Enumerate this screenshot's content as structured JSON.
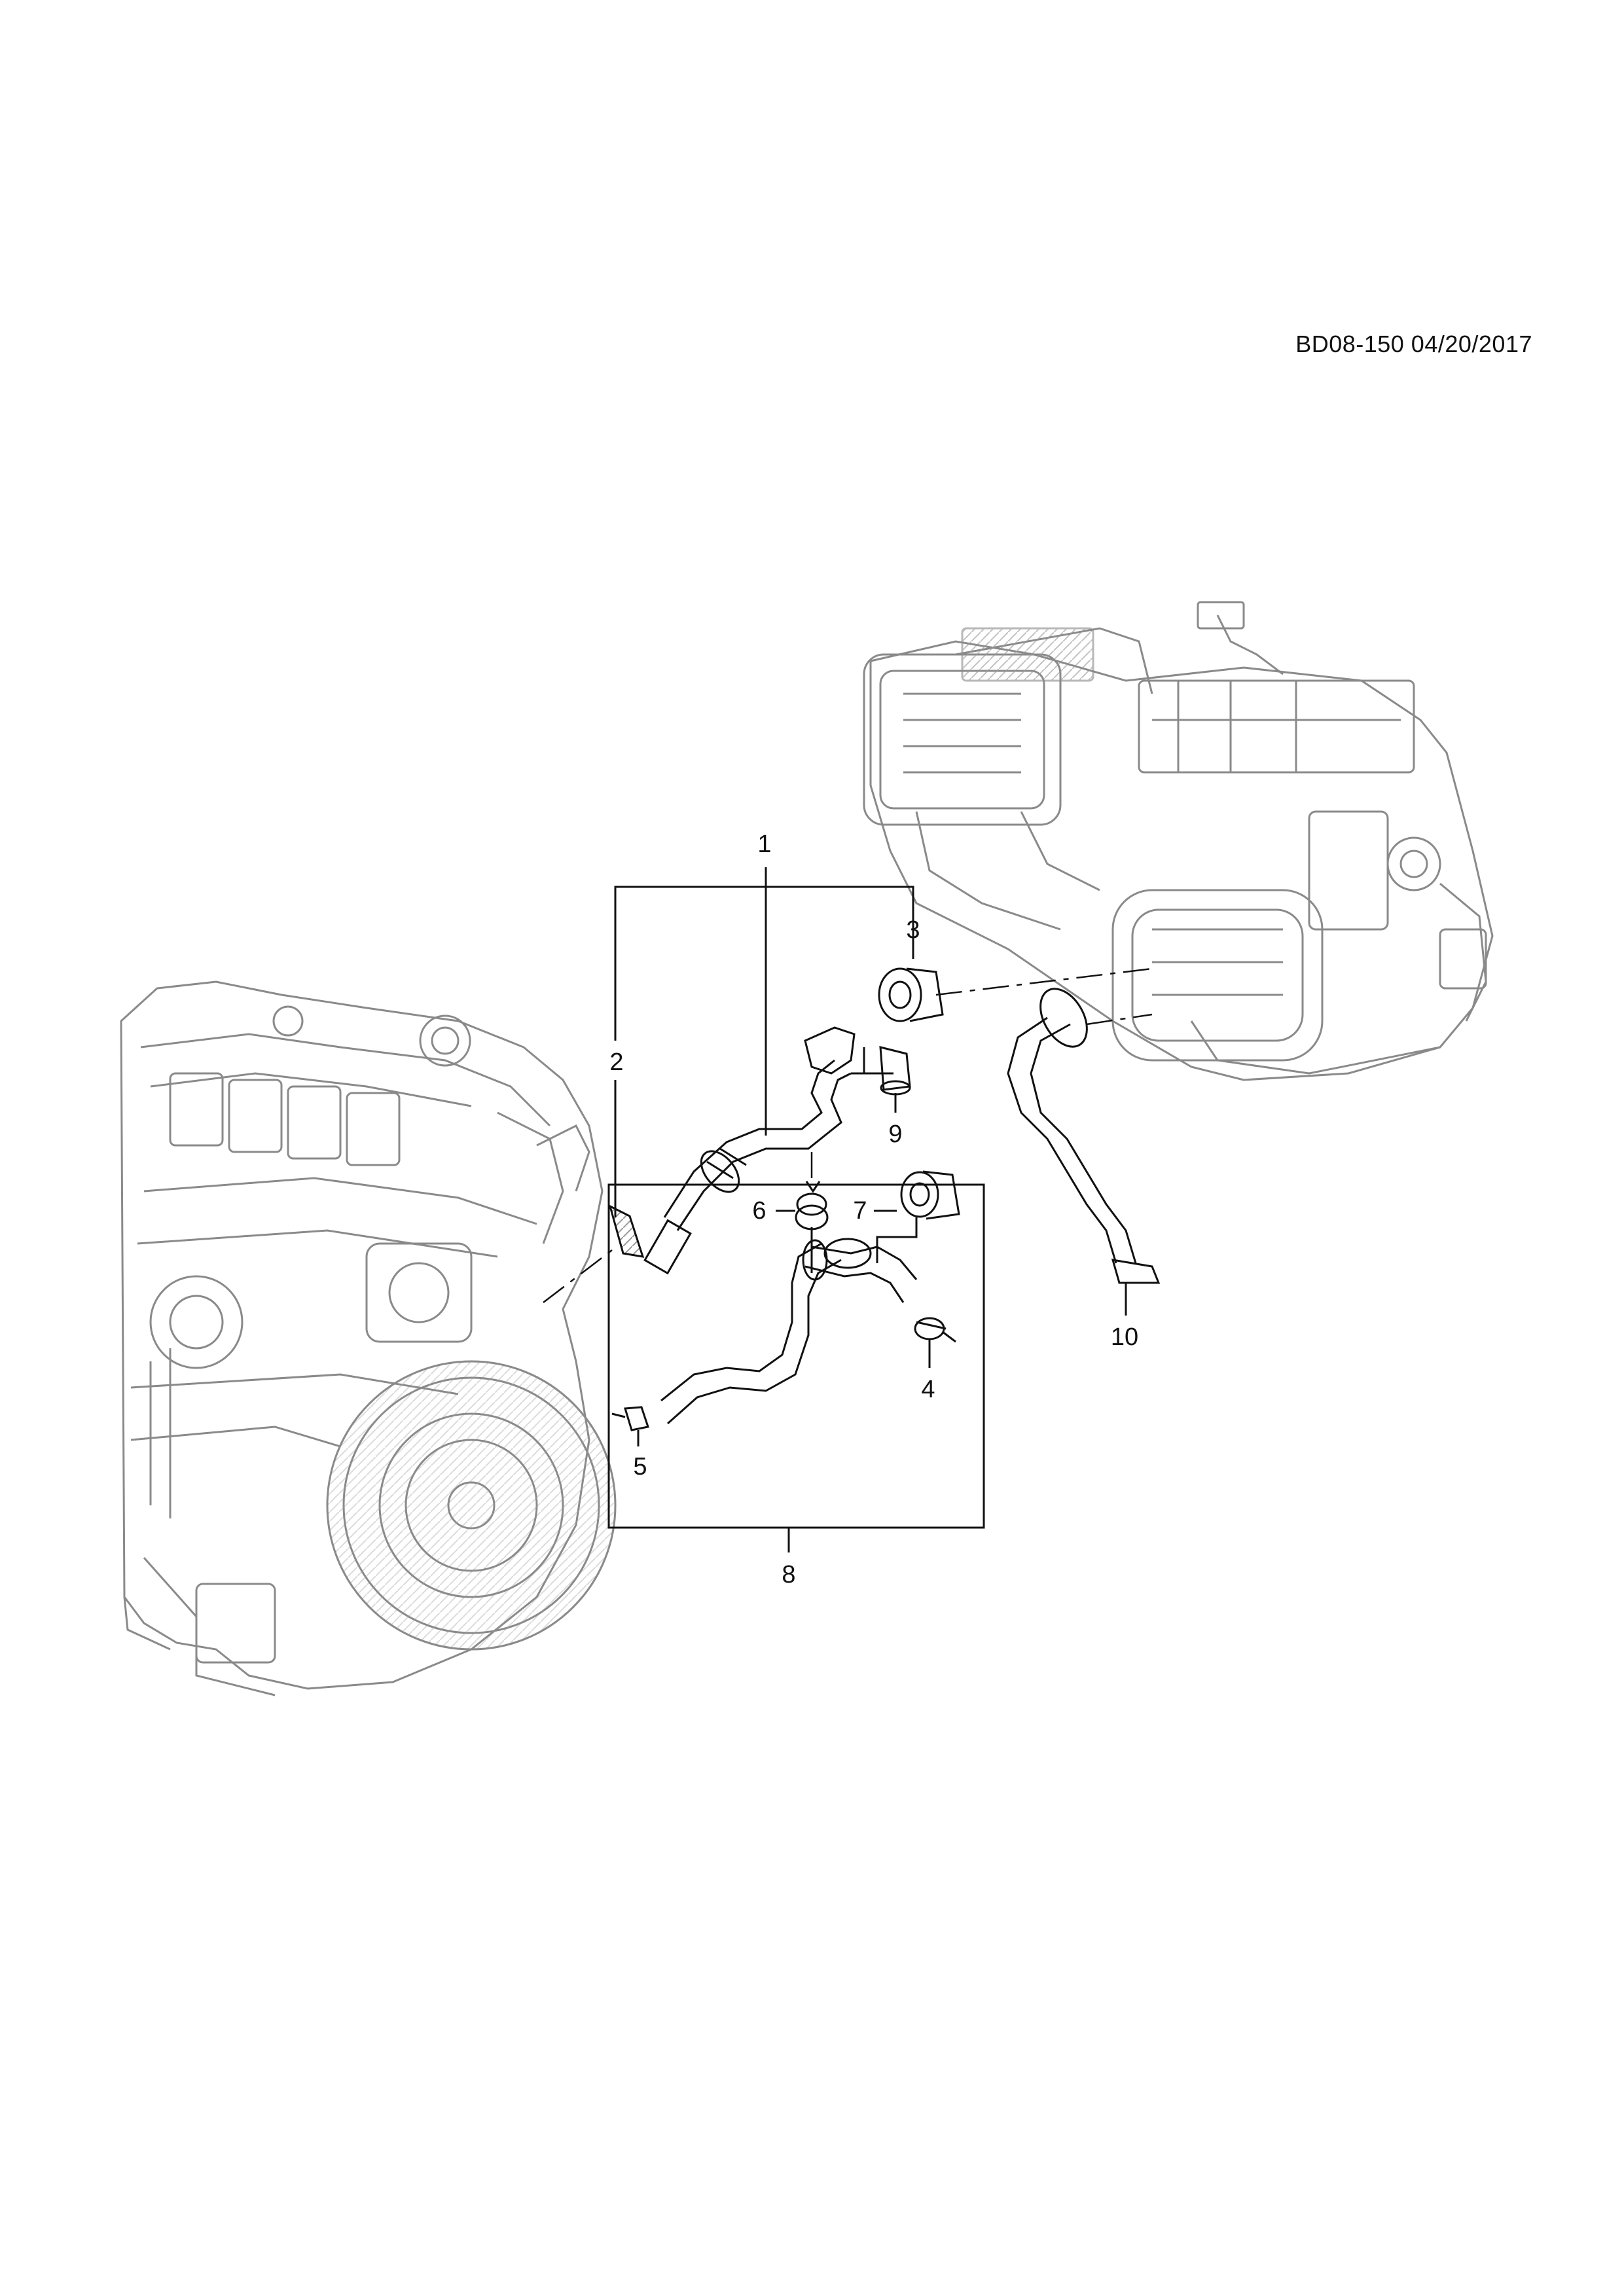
{
  "document": {
    "id_stamp": "BD08-150 04/20/2017"
  },
  "callouts": [
    {
      "key": "1",
      "text": "1"
    },
    {
      "key": "2",
      "text": "2"
    },
    {
      "key": "3",
      "text": "3"
    },
    {
      "key": "4",
      "text": "4"
    },
    {
      "key": "5",
      "text": "5"
    },
    {
      "key": "6",
      "text": "6"
    },
    {
      "key": "7",
      "text": "7"
    },
    {
      "key": "8",
      "text": "8"
    },
    {
      "key": "9",
      "text": "9"
    },
    {
      "key": "10",
      "text": "10"
    }
  ],
  "colors": {
    "line": "#111111",
    "illustration": "#8a8a8a",
    "background": "#ffffff"
  }
}
